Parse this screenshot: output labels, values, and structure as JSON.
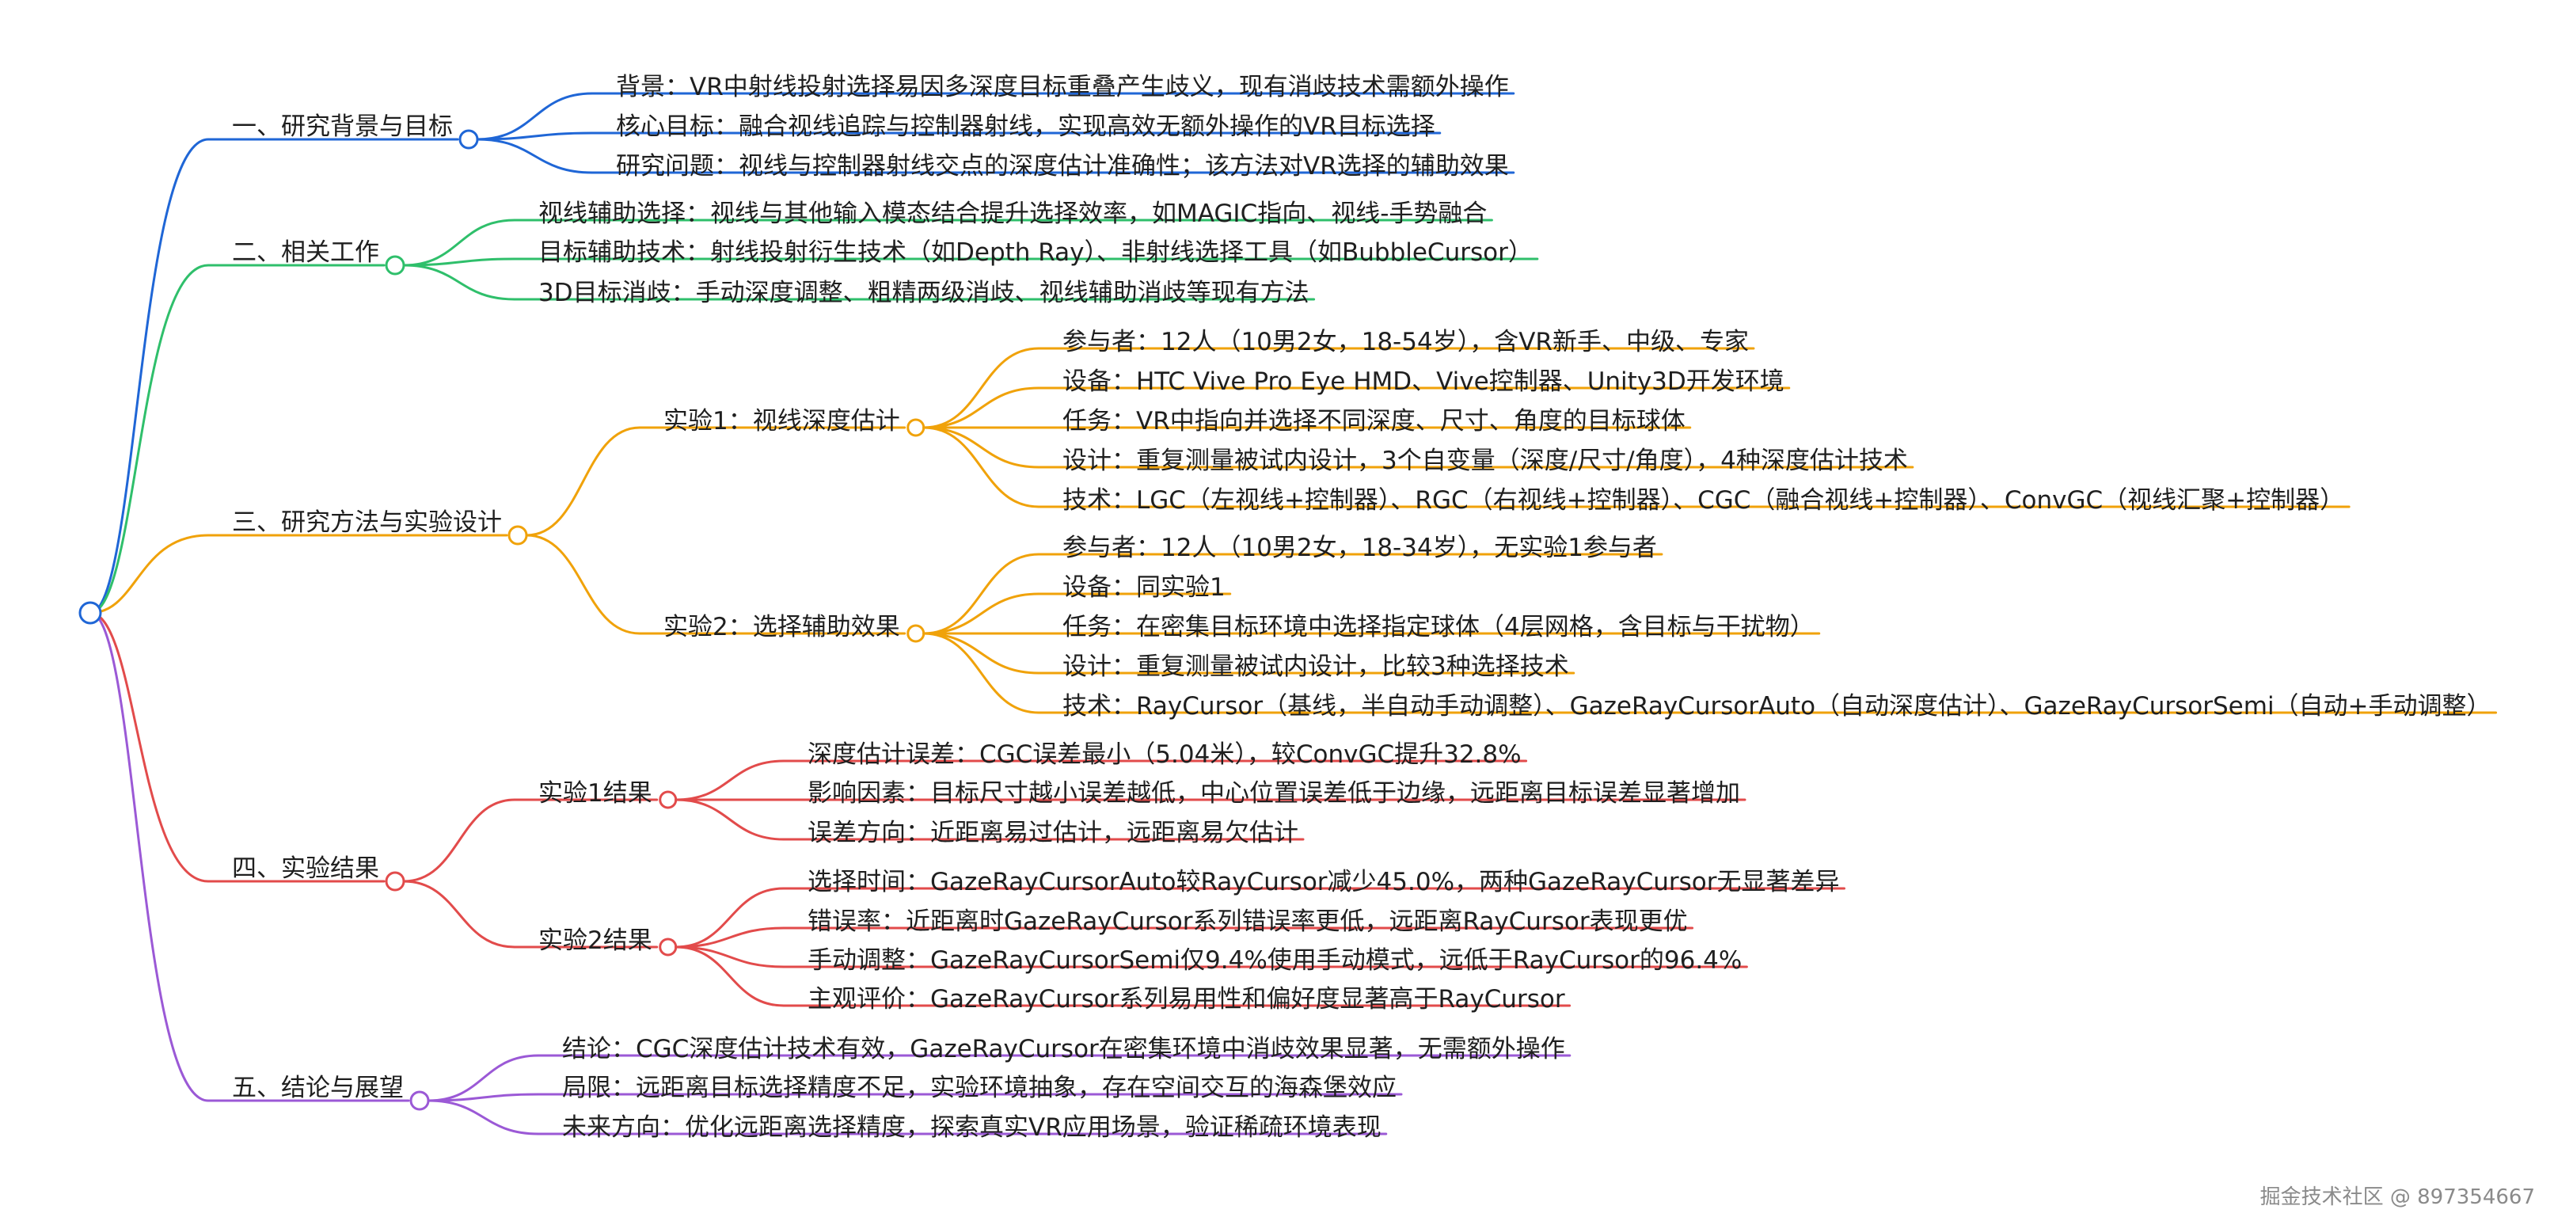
{
  "mindmap": {
    "branches": [
      {
        "label": "一、研究背景与目标",
        "color": "#1f66d6",
        "children": [
          {
            "label": "背景：VR中射线投射选择易因多深度目标重叠产生歧义，现有消歧技术需额外操作"
          },
          {
            "label": "核心目标：融合视线追踪与控制器射线，实现高效无额外操作的VR目标选择"
          },
          {
            "label": "研究问题：视线与控制器射线交点的深度估计准确性；该方法对VR选择的辅助效果"
          }
        ]
      },
      {
        "label": "二、相关工作",
        "color": "#2fbf6b",
        "children": [
          {
            "label": "视线辅助选择：视线与其他输入模态结合提升选择效率，如MAGIC指向、视线-手势融合"
          },
          {
            "label": "目标辅助技术：射线投射衍生技术（如Depth Ray）、非射线选择工具（如BubbleCursor）"
          },
          {
            "label": "3D目标消歧：手动深度调整、粗精两级消歧、视线辅助消歧等现有方法"
          }
        ]
      },
      {
        "label": "三、研究方法与实验设计",
        "color": "#f0a20a",
        "children": [
          {
            "label": "实验1：视线深度估计",
            "children": [
              {
                "label": "参与者：12人（10男2女，18-54岁），含VR新手、中级、专家"
              },
              {
                "label": "设备：HTC Vive Pro Eye HMD、Vive控制器、Unity3D开发环境"
              },
              {
                "label": "任务：VR中指向并选择不同深度、尺寸、角度的目标球体"
              },
              {
                "label": "设计：重复测量被试内设计，3个自变量（深度/尺寸/角度），4种深度估计技术"
              },
              {
                "label": "技术：LGC（左视线+控制器）、RGC（右视线+控制器）、CGC（融合视线+控制器）、ConvGC（视线汇聚+控制器）"
              }
            ]
          },
          {
            "label": "实验2：选择辅助效果",
            "children": [
              {
                "label": "参与者：12人（10男2女，18-34岁），无实验1参与者"
              },
              {
                "label": "设备：同实验1"
              },
              {
                "label": "任务：在密集目标环境中选择指定球体（4层网格，含目标与干扰物）"
              },
              {
                "label": "设计：重复测量被试内设计，比较3种选择技术"
              },
              {
                "label": "技术：RayCursor（基线，半自动手动调整）、GazeRayCursorAuto（自动深度估计）、GazeRayCursorSemi（自动+手动调整）"
              }
            ]
          }
        ]
      },
      {
        "label": "四、实验结果",
        "color": "#e24b4b",
        "children": [
          {
            "label": "实验1结果",
            "children": [
              {
                "label": "深度估计误差：CGC误差最小（5.04米），较ConvGC提升32.8%"
              },
              {
                "label": "影响因素：目标尺寸越小误差越低，中心位置误差低于边缘，远距离目标误差显著增加"
              },
              {
                "label": "误差方向：近距离易过估计，远距离易欠估计"
              }
            ]
          },
          {
            "label": "实验2结果",
            "children": [
              {
                "label": "选择时间：GazeRayCursorAuto较RayCursor减少45.0%，两种GazeRayCursor无显著差异"
              },
              {
                "label": "错误率：近距离时GazeRayCursor系列错误率更低，远距离RayCursor表现更优"
              },
              {
                "label": "手动调整：GazeRayCursorSemi仅9.4%使用手动模式，远低于RayCursor的96.4%"
              },
              {
                "label": "主观评价：GazeRayCursor系列易用性和偏好度显著高于RayCursor"
              }
            ]
          }
        ]
      },
      {
        "label": "五、结论与展望",
        "color": "#9b59d6",
        "children": [
          {
            "label": "结论：CGC深度估计技术有效，GazeRayCursor在密集环境中消歧效果显著，无需额外操作"
          },
          {
            "label": "局限：远距离目标选择精度不足，实验环境抽象，存在空间交互的海森堡效应"
          },
          {
            "label": "未来方向：优化远距离选择精度，探索真实VR应用场景，验证稀疏环境表现"
          }
        ]
      }
    ]
  },
  "watermark": "掘金技术社区 @ 897354667"
}
